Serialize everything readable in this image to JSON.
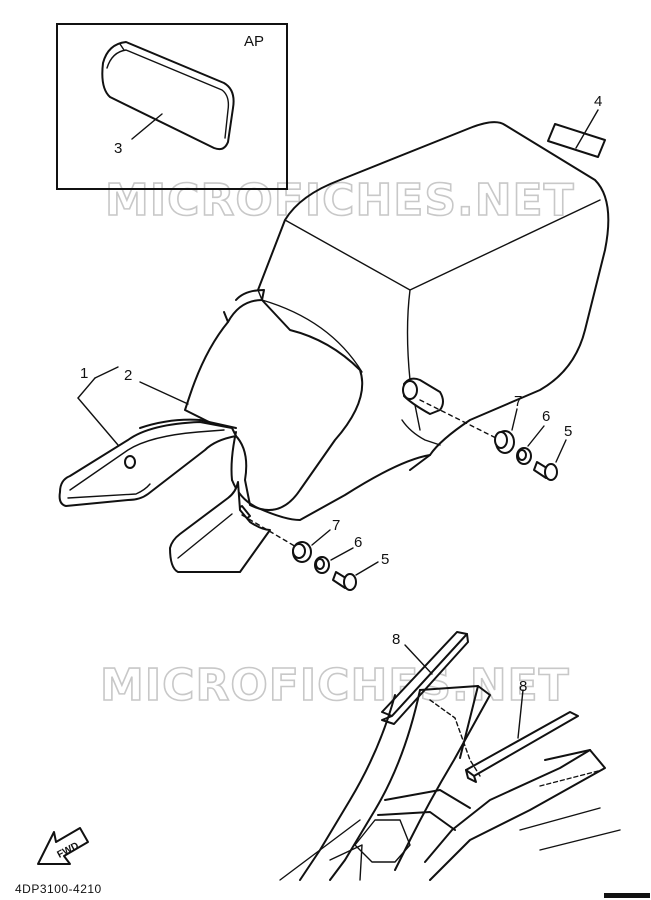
{
  "inset": {
    "label": "AP"
  },
  "watermarks": [
    "MICROFICHES.NET",
    "MICROFICHES.NET"
  ],
  "callouts": {
    "c1": "1",
    "c2": "2",
    "c3": "3",
    "c4": "4",
    "c5a": "5",
    "c6a": "6",
    "c7a": "7",
    "c5b": "5",
    "c6b": "6",
    "c7b": "7",
    "c8a": "8",
    "c8b": "8"
  },
  "fwd_arrow": {
    "label": "FWD"
  },
  "part_code": "4DP3100-4210"
}
